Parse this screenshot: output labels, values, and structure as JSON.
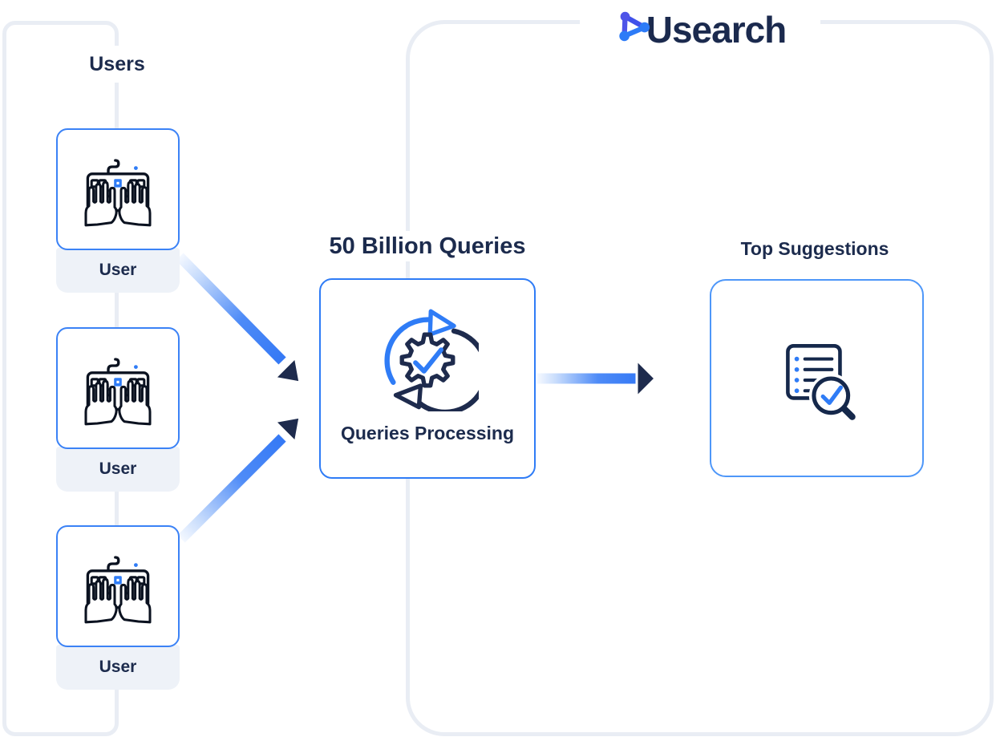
{
  "logo": {
    "text": "Usearch",
    "icon": "network-triangle-icon"
  },
  "users_group": {
    "label": "Users",
    "card_icon": "typing-hands-keyboard-icon",
    "items": [
      {
        "label": "User"
      },
      {
        "label": "User"
      },
      {
        "label": "User"
      }
    ]
  },
  "processing": {
    "title": "50 Billion Queries",
    "box_label": "Queries Processing",
    "icon": "sync-gear-checkmark-icon"
  },
  "suggestions": {
    "title": "Top Suggestions",
    "icon": "suggestions-list-magnifier-icon"
  },
  "flow": {
    "arrows": [
      {
        "from": "user-1",
        "to": "queries-processing"
      },
      {
        "from": "user-3",
        "to": "queries-processing"
      },
      {
        "from": "queries-processing",
        "to": "top-suggestions"
      }
    ]
  },
  "colors": {
    "navy_text": "#1C2B4D",
    "blue_accent": "#2F7CF6",
    "card_border_blue": "#3B82F6",
    "suggestion_border_blue": "#4E97F9",
    "frame_gray": "#E9EDF4",
    "footer_gray": "#EEF2F8",
    "icon_black": "#0B1220",
    "logo_purple": "#4E54E8",
    "arrowhead_navy": "#1E2B4D"
  }
}
